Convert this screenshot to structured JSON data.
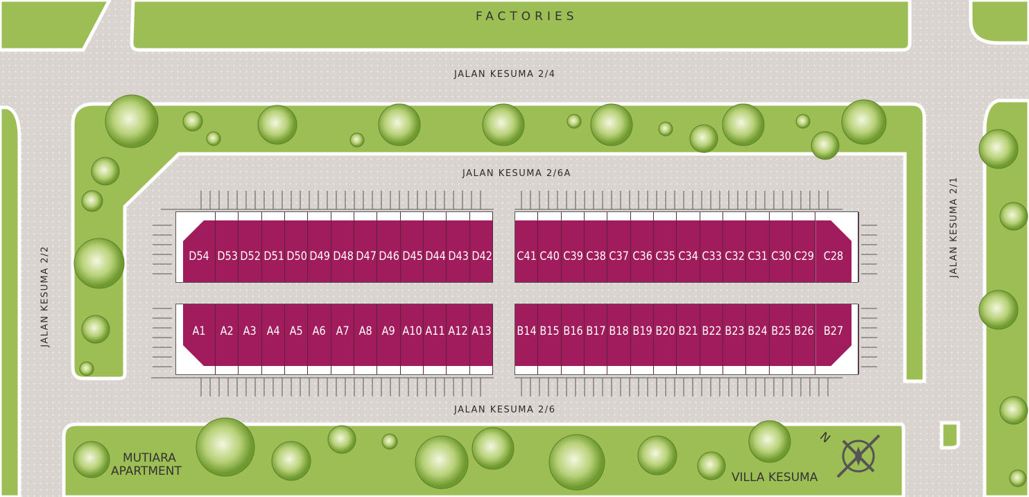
{
  "labels": {
    "factories": "FACTORIES",
    "road_top": "JALAN KESUMA 2/4",
    "road_inner": "JALAN KESUMA 2/6A",
    "road_bottom": "JALAN KESUMA 2/6",
    "road_left": "JALAN KESUMA 2/2",
    "road_right": "JALAN KESUMA 2/1",
    "mutiara_line1": "MUTIARA",
    "mutiara_line2": "APARTMENT",
    "villa": "VILLA KESUMA"
  },
  "compass": {
    "label": "N"
  },
  "blocks": {
    "D": [
      "D54",
      "D53",
      "D52",
      "D51",
      "D50",
      "D49",
      "D48",
      "D47",
      "D46",
      "D45",
      "D44",
      "D43",
      "D42"
    ],
    "C": [
      "C41",
      "C40",
      "C39",
      "C38",
      "C37",
      "C36",
      "C35",
      "C34",
      "C33",
      "C32",
      "C31",
      "C30",
      "C29",
      "C28"
    ],
    "A": [
      "A1",
      "A2",
      "A3",
      "A4",
      "A5",
      "A6",
      "A7",
      "A8",
      "A9",
      "A10",
      "A11",
      "A12",
      "A13"
    ],
    "B": [
      "B14",
      "B15",
      "B16",
      "B17",
      "B18",
      "B19",
      "B20",
      "B21",
      "B22",
      "B23",
      "B24",
      "B25",
      "B26",
      "B27"
    ]
  },
  "colors": {
    "unit": "#a11c5c",
    "green": "#9dbd55",
    "road": "#d9d4cf"
  }
}
